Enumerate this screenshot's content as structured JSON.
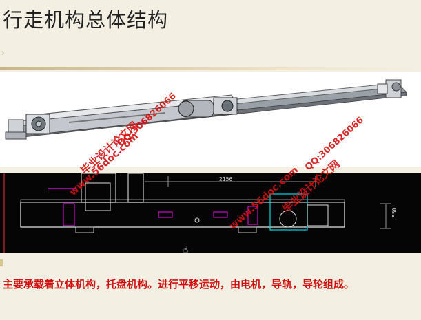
{
  "slide": {
    "title": "行走机构总体结构",
    "caption": "主要承载着立体机构，托盘机构。进行平移运动，由电机，导轨，导轮组成。"
  },
  "drawing": {
    "dim_horizontal": "2156",
    "dim_vertical": "550"
  },
  "watermarks": {
    "a": "毕业设计论文网",
    "b": "www.56doc.com",
    "c": "QQ:306826066",
    "d": "毕业设计论文网",
    "e": "www.56doc.com",
    "f": "QQ:306826066"
  },
  "colors": {
    "background": "#f3efe2",
    "watermark": "#d41212",
    "cad_background": "#050505",
    "cad_magenta": "#ff00ff",
    "cad_cyan": "#00c8d8"
  }
}
